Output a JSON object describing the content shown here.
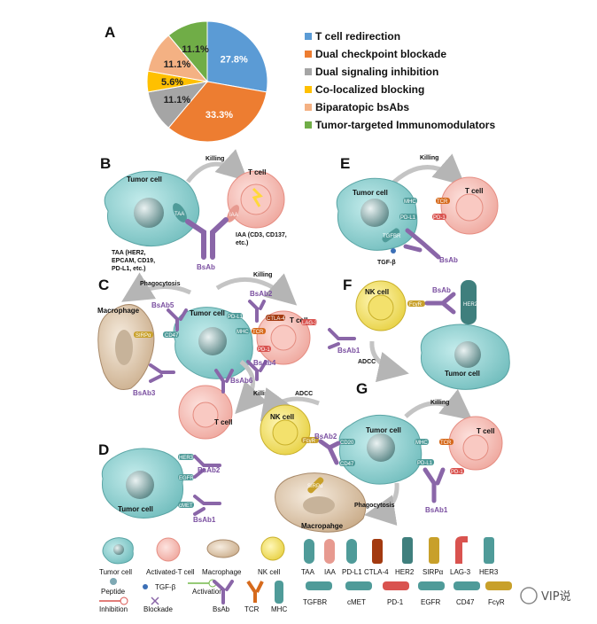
{
  "panels": {
    "a": "A",
    "b": "B",
    "c": "C",
    "d": "D",
    "e": "E",
    "f": "F",
    "g": "G"
  },
  "chart_data": {
    "type": "pie",
    "categories": [
      "T cell redirection",
      "Dual checkpoint blockade",
      "Dual signaling inhibition",
      "Co-localized blocking",
      "Biparatopic bsAbs",
      "Tumor-targeted Immunomodulators"
    ],
    "values": [
      27.8,
      33.3,
      11.1,
      5.6,
      11.1,
      11.1
    ],
    "value_labels": [
      "27.8%",
      "33.3%",
      "11.1%",
      "5.6%",
      "11.1%",
      "11.1%"
    ],
    "colors": [
      "#5b9bd5",
      "#ed7d31",
      "#a5a5a5",
      "#ffc000",
      "#f4b183",
      "#70ad47"
    ],
    "legend_placement": "right"
  },
  "b": {
    "killing": "Killing",
    "tumor_cell": "Tumor cell",
    "t_cell": "T cell",
    "taa": "TAA",
    "iaa": "IAA",
    "taa_note": [
      "TAA (HER2,",
      "EPCAM, CD19,",
      "PD-L1, etc.)"
    ],
    "iaa_note": [
      "IAA (CD3, CD137,",
      "etc.)"
    ],
    "bsab": "BsAb"
  },
  "c": {
    "phagocytosis": "Phagocytosis",
    "killing_top": "Killing",
    "killing_bottom": "Killing",
    "macrophage": "Macrophage",
    "tumor_cell": "Tumor cell",
    "t_cell": "T cell",
    "t_cell_bottom": "T cell",
    "bsab1": "BsAb1",
    "bsab2": "BsAb2",
    "bsab3": "BsAb3",
    "bsab4": "BsAb4",
    "bsab5": "BsAb5",
    "bsab6": "BsAb6",
    "pdl1": "PD-L1",
    "mhc": "MHC",
    "cd47": "CD47",
    "sirpa": "SIRPα",
    "tcr": "TCR",
    "ctla4": "CTLA-4",
    "pd1": "PD-1",
    "lag3": "LAG-3"
  },
  "d": {
    "tumor_cell": "Tumor cell",
    "bsab2": "BsAb2",
    "bsab1": "BsAb1",
    "her3": "HER3",
    "egfr": "EGFR",
    "cmet": "cMET"
  },
  "e": {
    "killing": "Killing",
    "tumor_cell": "Tumor cell",
    "t_cell": "T cell",
    "mhc": "MHC",
    "tcr": "TCR",
    "pdl1": "PD-L1",
    "pd1": "PD-1",
    "tgfbr": "TGFBR",
    "tgfb": "TGF-β",
    "bsab": "BsAb"
  },
  "f": {
    "nk_cell": "NK cell",
    "bsab": "BsAb",
    "fcr": "FcγR",
    "her2": "HER2",
    "adcc": "ADCC",
    "tumor_cell": "Tumor cell"
  },
  "g": {
    "adcc": "ADCC",
    "killing": "Killing",
    "nk_cell": "NK cell",
    "tumor_cell": "Tumor cell",
    "t_cell": "T cell",
    "bsab1": "BsAb1",
    "bsab2": "BsAb2",
    "cd20": "CD20",
    "cd47": "CD47",
    "mhc": "MHC",
    "tcr": "TCR",
    "pdl1": "PD-L1",
    "pd1": "PD-1",
    "fcr": "FcγR",
    "sirpa": "SIRPα",
    "phagocytosis": "Phagocytosis",
    "macrophage": "Macropahge"
  },
  "legend": {
    "tumor_cell": "Tumor cell",
    "activated_t_cell": "Activated-T cell",
    "macrophage": "Macrophage",
    "nk_cell": "NK cell",
    "peptide": "Peptide",
    "tgfb": "TGF-β",
    "activation": "Activation",
    "inhibition": "Inhibition",
    "blockade": "Blockade",
    "bsab": "BsAb",
    "tcr": "TCR",
    "mhc": "MHC",
    "taa": "TAA",
    "iaa": "IAA",
    "pdl1": "PD-L1",
    "ctla4": "CTLA-4",
    "her2": "HER2",
    "sirpa": "SIRPα",
    "lag3": "LAG-3",
    "her3": "HER3",
    "tgfbr": "TGFBR",
    "cmet": "cMET",
    "pd1": "PD-1",
    "egfr": "EGFR",
    "cd47": "CD47",
    "fcr": "FcγR"
  },
  "watermark": "VIP说",
  "colors": {
    "tumor": "#8fcfcf",
    "tcell": "#f4b8b0",
    "nk": "#f5e67a",
    "macro": "#e3cfb5",
    "bsab": "#8a66a8",
    "receptor": "#4f9b99",
    "pd1": "#d9534f",
    "fcr": "#c8a02a",
    "tcr": "#d66a1c"
  }
}
